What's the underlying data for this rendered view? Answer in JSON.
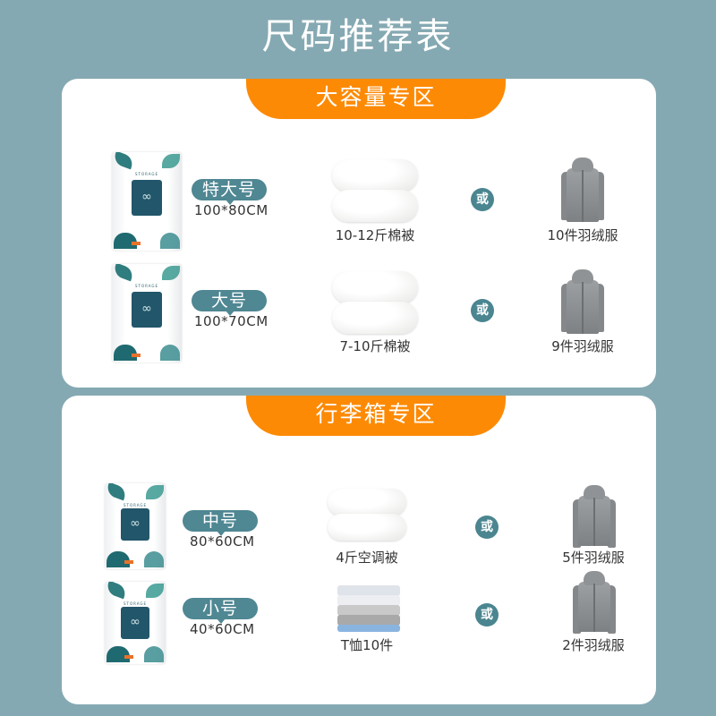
{
  "title": "尺码推荐表",
  "colors": {
    "background": "#85a9b2",
    "card": "#ffffff",
    "section_tab": "#fd8a05",
    "size_pill": "#4f8793",
    "or_badge": "#4a8590"
  },
  "bag_label": "STORAGE",
  "sections": [
    {
      "title": "大容量专区",
      "rows": [
        {
          "size": "特大号",
          "dims": "100*80CM",
          "item_a": "10-12斤棉被",
          "or": "或",
          "item_b": "10件羽绒服"
        },
        {
          "size": "大号",
          "dims": "100*70CM",
          "item_a": "7-10斤棉被",
          "or": "或",
          "item_b": "9件羽绒服"
        }
      ]
    },
    {
      "title": "行李箱专区",
      "rows": [
        {
          "size": "中号",
          "dims": "80*60CM",
          "item_a": "4斤空调被",
          "or": "或",
          "item_b": "5件羽绒服"
        },
        {
          "size": "小号",
          "dims": "40*60CM",
          "item_a": "T恤10件",
          "or": "或",
          "item_b": "2件羽绒服"
        }
      ]
    }
  ]
}
